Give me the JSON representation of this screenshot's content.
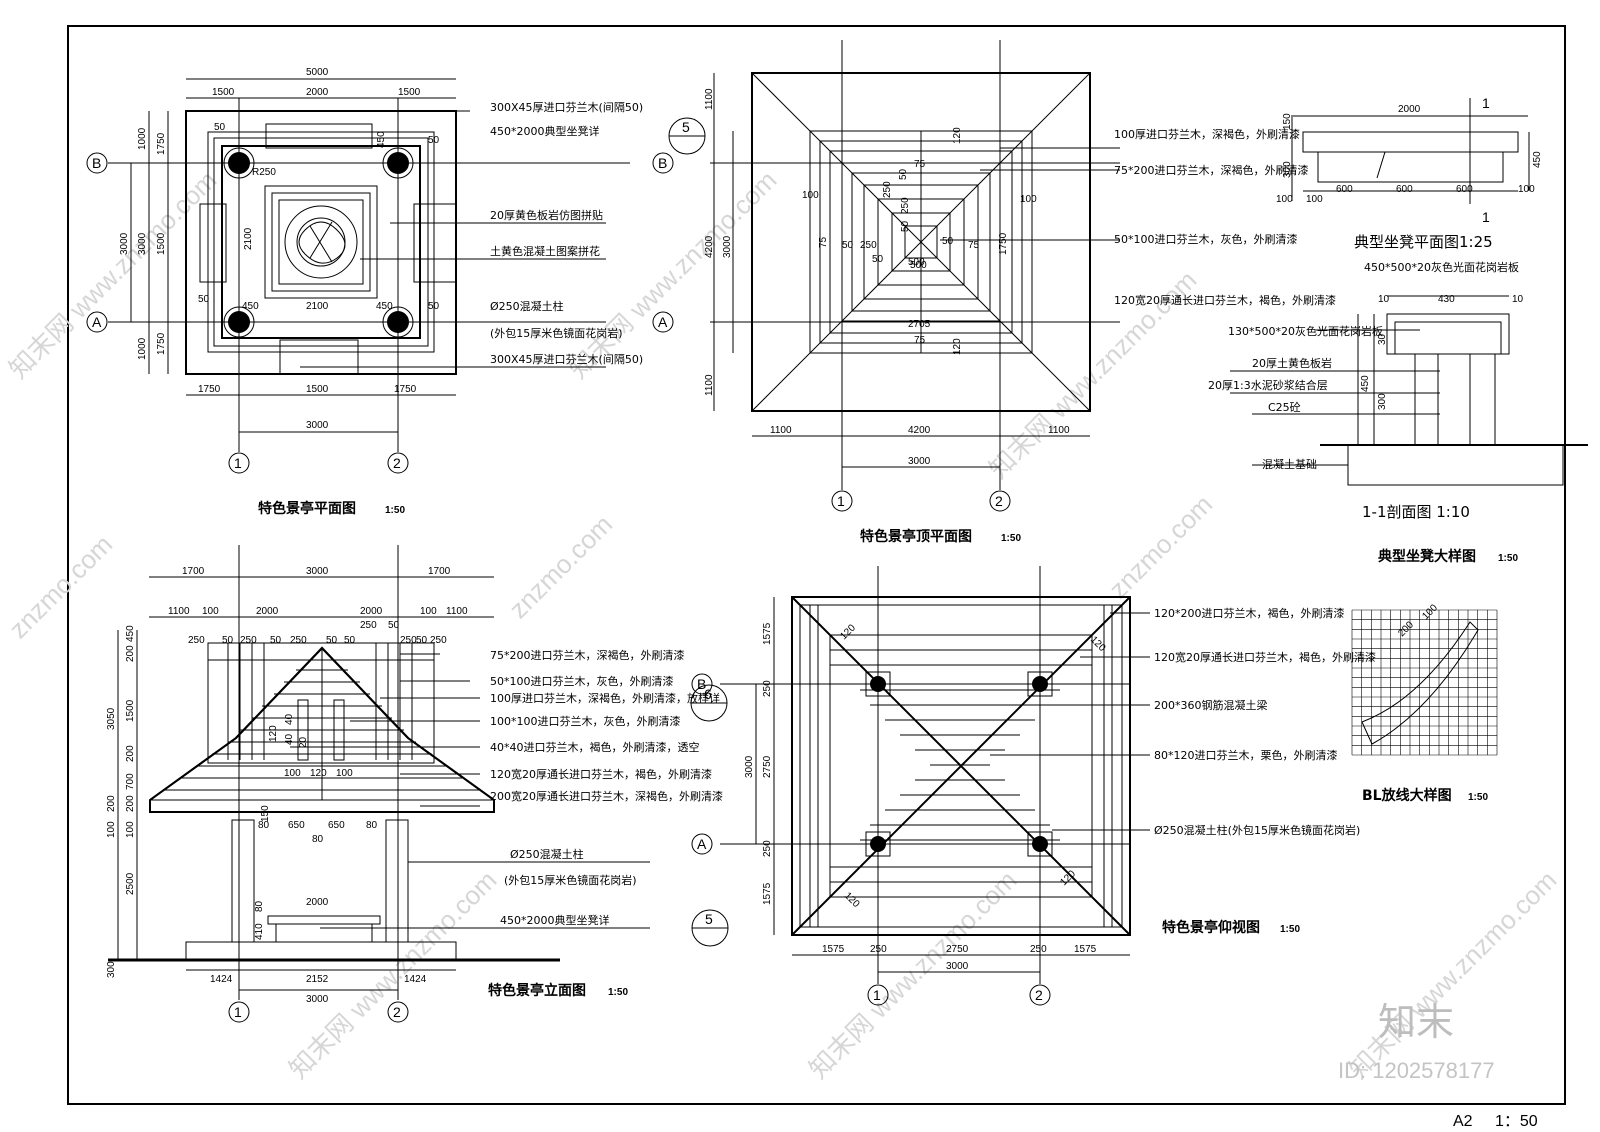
{
  "sheet": {
    "size_label": "A2",
    "scale": "1：50",
    "id_watermark": "ID: 1202578177",
    "logo_watermark": "知末",
    "site_watermark": "znzmo.com",
    "site_watermark_cn": "知末网 www.znzmo.com"
  },
  "plan": {
    "title": "特色景亭平面图",
    "scale": "1:50",
    "dims_top": [
      "5000",
      "1500",
      "2000",
      "1500"
    ],
    "dims_left": [
      "1000",
      "1750",
      "3000",
      "3000",
      "1500",
      "1750",
      "1000"
    ],
    "dims_bottom": [
      "1750",
      "1500",
      "1750",
      "3000"
    ],
    "inner_dims": [
      "50",
      "450",
      "50",
      "R250",
      "2100",
      "450",
      "2100",
      "450",
      "50",
      "50"
    ],
    "grid": {
      "b": "B",
      "a": "A",
      "c1": "1",
      "c2": "2",
      "s5": "5"
    },
    "notes": [
      "300X45厚进口芬兰木(间隔50)",
      "450*2000典型坐凳详",
      "20厚黄色板岩仿图拼贴",
      "土黄色混凝土图案拼花",
      "Ø250混凝土柱",
      "(外包15厚米色镜面花岗岩)",
      "300X45厚进口芬兰木(间隔50)"
    ]
  },
  "roof_plan": {
    "title": "特色景亭顶平面图",
    "scale": "1:50",
    "dims_left": [
      "1100",
      "4200",
      "3000",
      "1100"
    ],
    "dims_bottom": [
      "1100",
      "4200",
      "1100",
      "3000"
    ],
    "inner_dims": [
      "120",
      "75",
      "50",
      "250",
      "250",
      "50",
      "100",
      "100",
      "75",
      "50",
      "250",
      "500",
      "50",
      "75",
      "50",
      "1750",
      "2705",
      "75",
      "120",
      "500"
    ],
    "grid": {
      "b": "B",
      "a": "A",
      "c1": "1",
      "c2": "2",
      "s5": "5"
    },
    "notes": [
      "100厚进口芬兰木，深褐色，外刷清漆",
      "75*200进口芬兰木，深褐色，外刷清漆",
      "50*100进口芬兰木，灰色，外刷清漆",
      "120宽20厚通长进口芬兰木，褐色，外刷清漆"
    ]
  },
  "bench": {
    "title": "典型坐凳大样图",
    "scale": "1:50",
    "plan_title": "典型坐凳平面图1:25",
    "section_title": "1-1剖面图  1:10",
    "plan_dims": [
      "2000",
      "150",
      "300",
      "450",
      "100",
      "600",
      "600",
      "600",
      "100",
      "100"
    ],
    "section_dims": [
      "10",
      "430",
      "10",
      "30",
      "450",
      "300"
    ],
    "section_mark": "1",
    "notes": [
      "450*500*20灰色光面花岗岩板",
      "130*500*20灰色光面花岗岩板",
      "20厚土黄色板岩",
      "20厚1:3水泥砂浆结合层",
      "C25砼",
      "混凝土基础"
    ]
  },
  "elevation": {
    "title": "特色景亭立面图",
    "scale": "1:50",
    "dims_top1": [
      "1700",
      "3000",
      "1700"
    ],
    "dims_top2": [
      "1100",
      "100",
      "2000",
      "2000",
      "100",
      "1100"
    ],
    "dims_top3": [
      "250",
      "50",
      "250",
      "50",
      "250",
      "50",
      "50",
      "250",
      "50",
      "250",
      "50",
      "250"
    ],
    "dims_left": [
      "200",
      "450",
      "1500",
      "200",
      "700",
      "200",
      "100",
      "2500",
      "3050",
      "200",
      "100",
      "300"
    ],
    "dims_bottom": [
      "1424",
      "2152",
      "1424",
      "3000"
    ],
    "inner_dims": [
      "40",
      "120",
      "40",
      "20",
      "100",
      "120",
      "100",
      "150",
      "80",
      "650",
      "650",
      "80",
      "80",
      "2000",
      "410",
      "80"
    ],
    "grid": {
      "c1": "1",
      "c2": "2",
      "s5": "5"
    },
    "notes": [
      "75*200进口芬兰木，深褐色，外刷清漆",
      "50*100进口芬兰木，灰色，外刷清漆",
      "100厚进口芬兰木，深褐色，外刷清漆，放样详",
      "100*100进口芬兰木，灰色，外刷清漆",
      "40*40进口芬兰木，褐色，外刷清漆，透空",
      "120宽20厚通长进口芬兰木，褐色，外刷清漆",
      "200宽20厚通长进口芬兰木，深褐色，外刷清漆",
      "Ø250混凝土柱",
      "(外包15厚米色镜面花岗岩)",
      "450*2000典型坐凳详"
    ]
  },
  "ceiling": {
    "title": "特色景亭仰视图",
    "scale": "1:50",
    "dims_left": [
      "1575",
      "250",
      "2750",
      "3000",
      "250",
      "1575"
    ],
    "dims_bottom": [
      "1575",
      "250",
      "2750",
      "250",
      "1575",
      "3000"
    ],
    "inner_dims": [
      "120",
      "120",
      "120",
      "120"
    ],
    "grid": {
      "b": "B",
      "a": "A",
      "c1": "1",
      "c2": "2",
      "s6": "6"
    },
    "notes": [
      "120*200进口芬兰木，褐色，外刷清漆",
      "120宽20厚通长进口芬兰木，褐色，外刷清漆",
      "200*360钢筋混凝土梁",
      "80*120进口芬兰木，栗色，外刷清漆",
      "Ø250混凝土柱(外包15厚米色镜面花岗岩)"
    ]
  },
  "bl": {
    "title": "BL放线大样图",
    "scale": "1:50",
    "dims": [
      "100",
      "200"
    ]
  }
}
